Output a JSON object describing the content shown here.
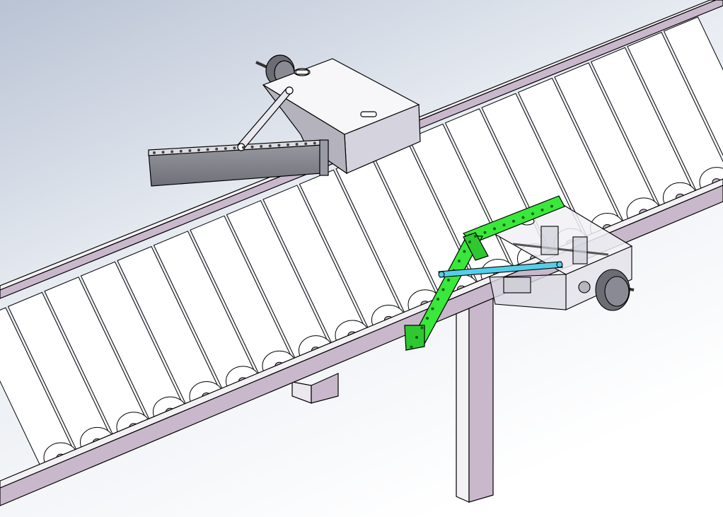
{
  "scene": {
    "kind": "cad-isometric-render",
    "components": [
      {
        "id": "roller-conveyor",
        "icon": "roller-conveyor"
      },
      {
        "id": "conveyor-rollers",
        "icon": "cylinder-roller",
        "count": 20
      },
      {
        "id": "support-legs",
        "icon": "support-leg",
        "count": 2
      },
      {
        "id": "rear-side-guide-assembly",
        "icon": "adjustable-guide",
        "state": "opaque"
      },
      {
        "id": "front-side-guide-assembly",
        "icon": "adjustable-guide",
        "state": "transparent"
      },
      {
        "id": "guide-arm",
        "icon": "perforated-arm",
        "highlight": "green"
      },
      {
        "id": "linkage-bar",
        "icon": "link-bar",
        "highlight": "cyan"
      },
      {
        "id": "adjustment-handwheels",
        "icon": "handwheel",
        "count": 2
      }
    ],
    "colors": {
      "background_top": "#b9c3d4",
      "background_bottom": "#ffffff",
      "frame": "#c9b8cc",
      "roller": "#ffffff",
      "green_highlight": "#39e83a",
      "cyan_highlight": "#55cfe8",
      "metal": "#8a8a94",
      "wheel": "#6c6c74",
      "outline": "#000000"
    }
  }
}
